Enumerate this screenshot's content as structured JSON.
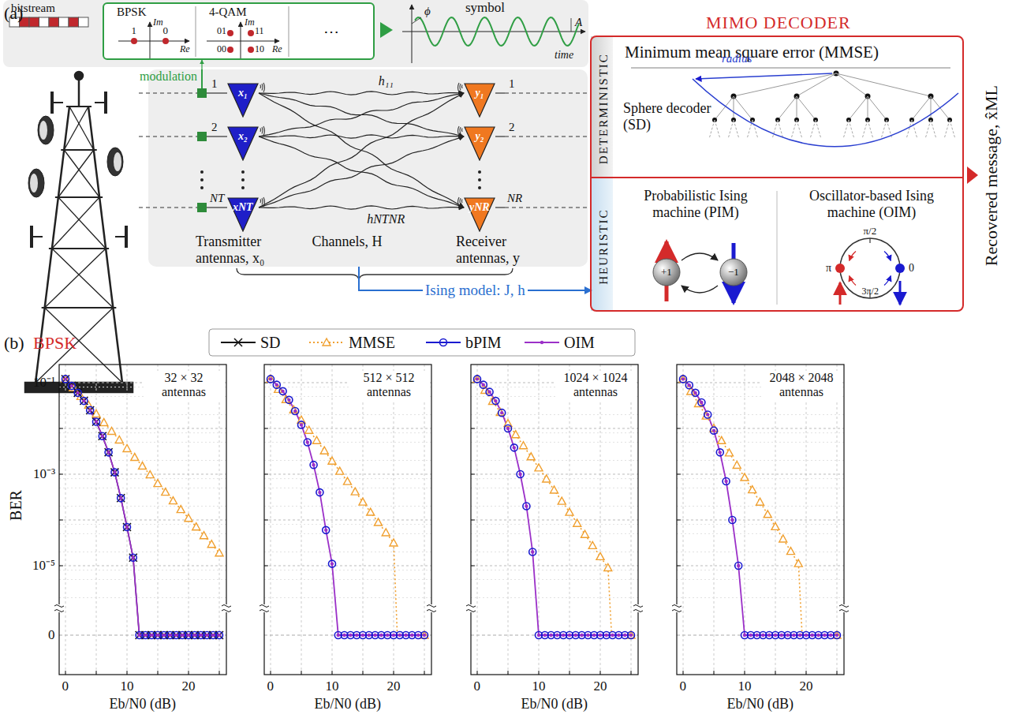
{
  "diagram": {
    "nodes": [
      {
        "text": [
          "BPSK",
          "4-QAM"
        ]
      },
      {
        "text": [
          "MIMO DECODER"
        ]
      },
      {
        "text": [
          "DETERMINISTIC",
          "Minimum mean square error (MMSE)",
          "Sphere decoder (SD)"
        ],
        "in": 1
      },
      {
        "text": [
          "HEURISTIC"
        ],
        "in": 1
      },
      {
        "text": [
          "Probabilistic Ising machine (PIM)"
        ],
        "in": 3
      },
      {
        "text": [
          "Oscillator-based Ising machine (OIM)"
        ],
        "in": 3
      },
      {
        "text": [
          "Transmitter antennas, x₀",
          "Receiver antennas, y"
        ]
      },
      {
        "text": [
          "x₁"
        ],
        "in": 6
      },
      {
        "text": [
          "x₂"
        ],
        "in": 6
      },
      {
        "text": [
          "xNT"
        ],
        "in": 6
      },
      {
        "text": [
          "y₁"
        ],
        "in": 6
      },
      {
        "text": [
          "y₂"
        ],
        "in": 6
      },
      {
        "text": [
          "yNR"
        ],
        "in": 6
      }
    ],
    "edges": [
      {
        "from": 6,
        "to": 0,
        "arrow": "to",
        "label": "modulation"
      },
      {
        "from": 7,
        "to": 10,
        "arrow": "to",
        "label": "h₁₁"
      },
      {
        "from": 7,
        "to": 11,
        "arrow": "to"
      },
      {
        "from": 7,
        "to": 12,
        "arrow": "to"
      },
      {
        "from": 8,
        "to": 10,
        "arrow": "to"
      },
      {
        "from": 8,
        "to": 11,
        "arrow": "to"
      },
      {
        "from": 8,
        "to": 12,
        "arrow": "to"
      },
      {
        "from": 9,
        "to": 10,
        "arrow": "to"
      },
      {
        "from": 9,
        "to": 11,
        "arrow": "to"
      },
      {
        "from": 9,
        "to": 12,
        "arrow": "to",
        "label": "hNTNR"
      },
      {
        "from": 6,
        "to": 3,
        "arrow": "to",
        "label": "Ising model: J, h"
      }
    ],
    "labels": [
      "(a)",
      "bitstream",
      "Im",
      "Re",
      "1",
      "0",
      "Im",
      "Re",
      "01",
      "11",
      "00",
      "10",
      "⋯",
      "symbol",
      "ϕ",
      "A",
      "time",
      "1",
      "2",
      "NT",
      "1",
      "2",
      "NR",
      "Channels, H",
      "radius",
      "π/2",
      "π",
      "0",
      "3π/2",
      "+1",
      "−1",
      "Recovered message, x̂ML",
      "(b)",
      "BPSK",
      "BER",
      "10⁻¹",
      "10⁻³",
      "10⁻⁵",
      "0",
      "32 × 32 antennas",
      "0",
      "10",
      "20",
      "Eb/N0 (dB)",
      "512 × 512 antennas",
      "0",
      "10",
      "20",
      "Eb/N0 (dB)",
      "1024 × 1024 antennas",
      "0",
      "10",
      "20",
      "Eb/N0 (dB)",
      "2048 × 2048 antennas",
      "0",
      "10",
      "20",
      "Eb/N0 (dB)"
    ],
    "legend": [
      {
        "text": "SD"
      },
      {
        "text": "MMSE"
      },
      {
        "text": "bPIM"
      },
      {
        "text": "OIM"
      }
    ]
  }
}
